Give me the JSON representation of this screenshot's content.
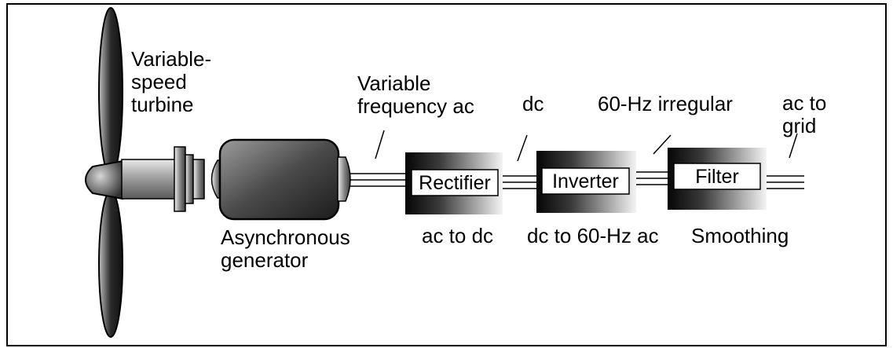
{
  "diagram": {
    "turbine_label": "Variable-\nspeed\nturbine",
    "generator_label": "Asynchronous\ngenerator",
    "variable_ac_label": "Variable\nfrequency ac",
    "dc_label": "dc",
    "irregular_label": "60-Hz irregular",
    "grid_label": "ac to\ngrid",
    "rectifier": {
      "name": "Rectifier",
      "function": "ac to dc"
    },
    "inverter": {
      "name": "Inverter",
      "function": "dc to 60-Hz ac"
    },
    "filter": {
      "name": "Filter",
      "function": "Smoothing"
    }
  },
  "colors": {
    "line": "#000000",
    "block_dark": "#0a0a0a",
    "block_light": "#f2f2f2"
  }
}
